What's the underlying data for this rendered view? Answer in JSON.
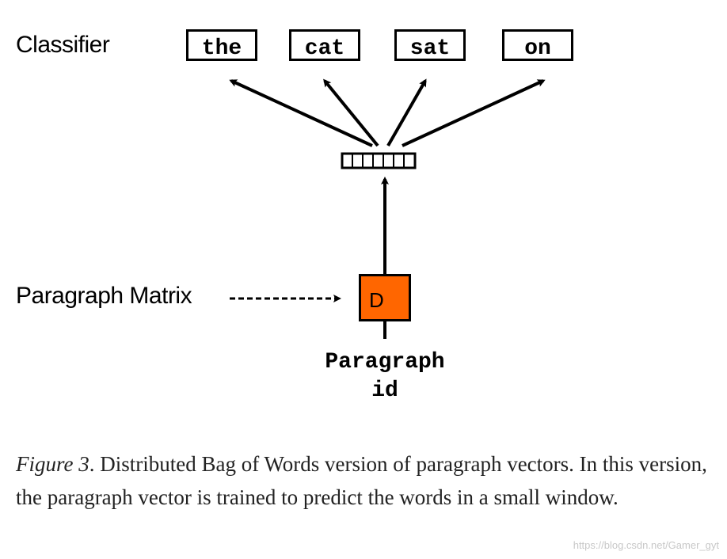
{
  "labels": {
    "classifier": "Classifier",
    "paragraph_matrix": "Paragraph Matrix",
    "matrix_node": "D",
    "paragraph_id_line1": "Paragraph",
    "paragraph_id_line2": "id"
  },
  "words": [
    "the",
    "cat",
    "sat",
    "on"
  ],
  "caption": {
    "figure": "Figure 3",
    "text": ". Distributed Bag of Words version of paragraph vectors. In this version, the paragraph vector is trained to predict the words in a small window."
  },
  "watermark": "https://blog.csdn.net/Gamer_gyt",
  "colors": {
    "matrix_node": "#ff6600",
    "stroke": "#000000"
  }
}
